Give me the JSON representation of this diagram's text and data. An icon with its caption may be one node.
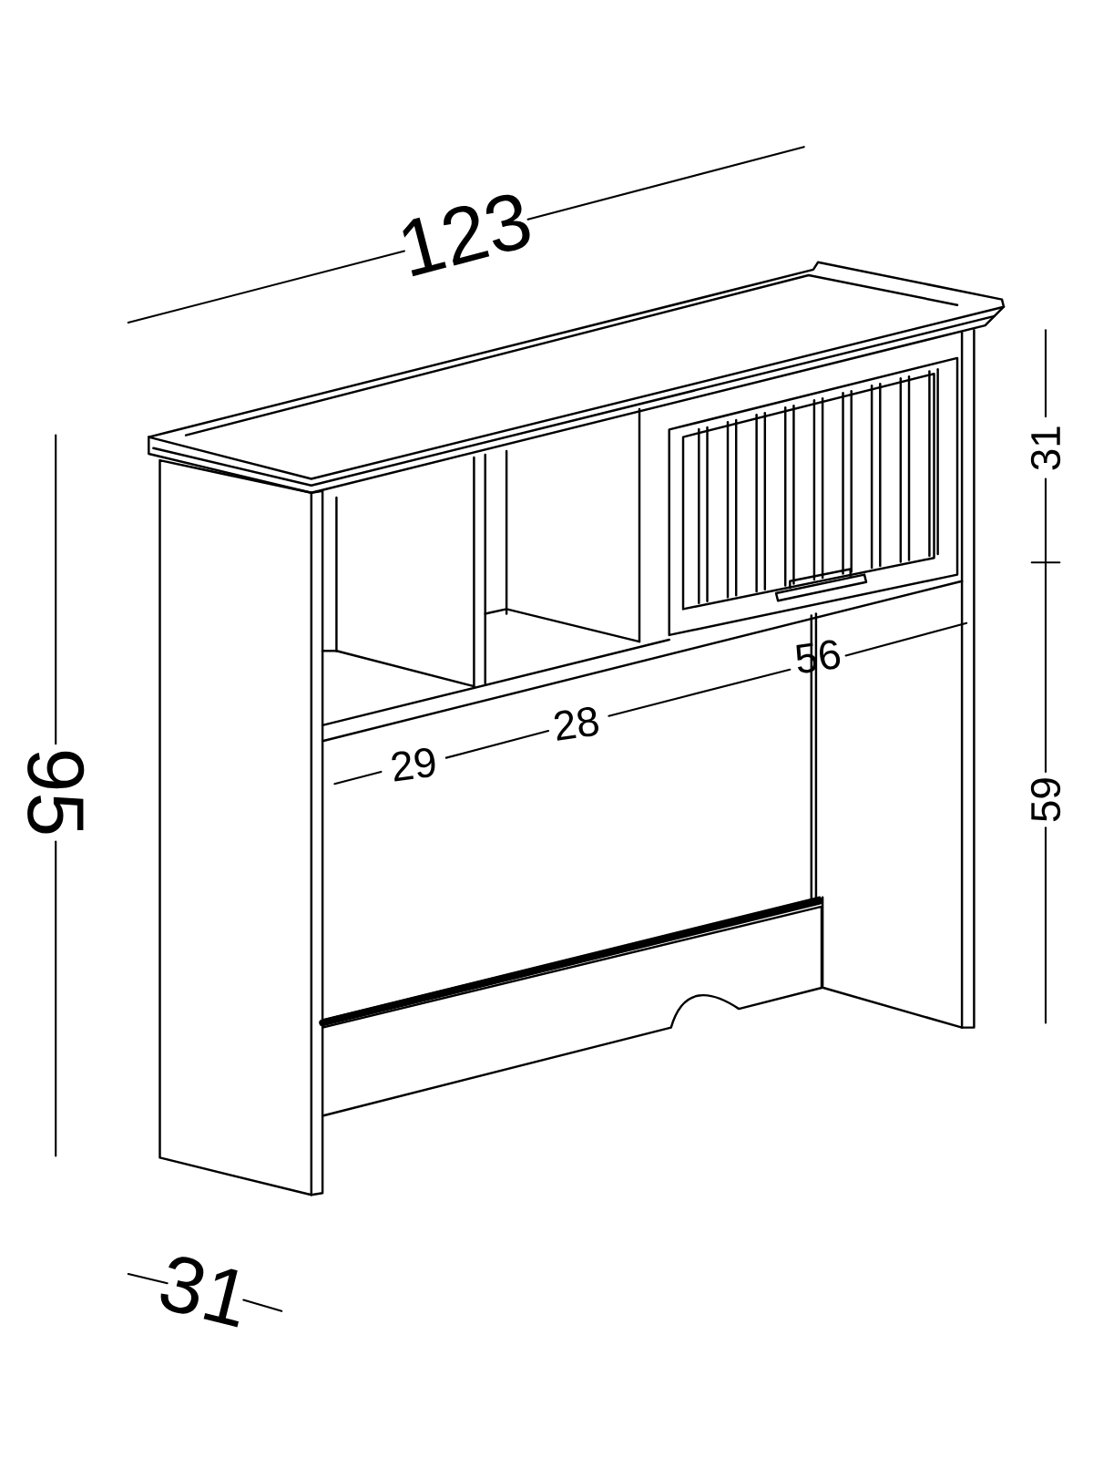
{
  "diagram": {
    "labels": [
      "123",
      "31",
      "56",
      "28",
      "29",
      "95",
      "59",
      "31"
    ]
  }
}
